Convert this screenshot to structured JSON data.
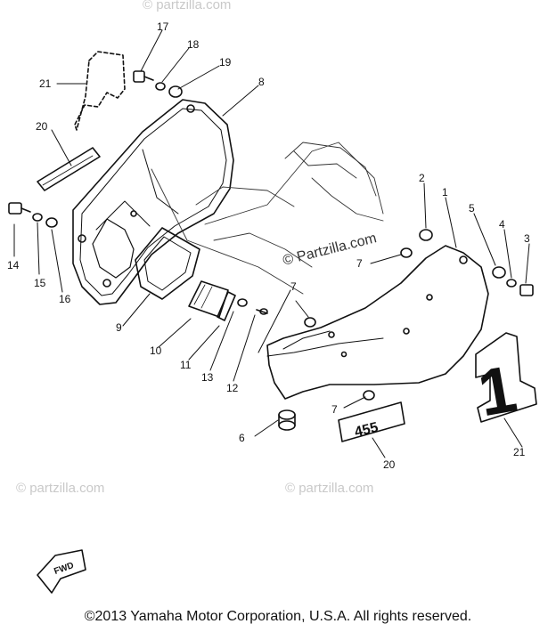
{
  "watermark_main": "© Partzilla.com",
  "watermark_faint": "© partzilla.com",
  "fwd_label": "FWD",
  "decal_number": "455",
  "decal_big": "1",
  "copyright": "©2013 Yamaha Motor Corporation, U.S.A. All rights reserved.",
  "callouts": [
    "17",
    "18",
    "19",
    "8",
    "21",
    "20",
    "14",
    "15",
    "16",
    "9",
    "10",
    "11",
    "13",
    "12",
    "7",
    "7",
    "2",
    "1",
    "5",
    "4",
    "3",
    "7",
    "6",
    "20",
    "21"
  ]
}
